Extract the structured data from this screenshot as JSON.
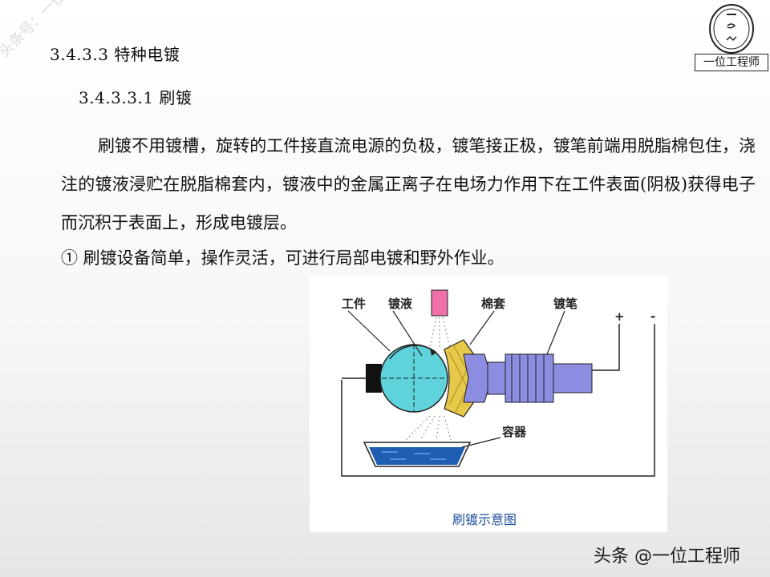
{
  "section": {
    "heading1": "3.4.3.3 特种电镀",
    "heading2": "3.4.3.3.1 刷镀",
    "paragraph": "刷镀不用镀槽，旋转的工件接直流电源的负极，镀笔接正极，镀笔前端用脱脂棉包住，浇注的镀液浸贮在脱脂棉套内，镀液中的金属正离子在电场力作用下在工件表面(阴极)获得电子而沉积于表面上，形成电镀层。",
    "item1": "① 刷镀设备简单，操作灵活，可进行局部电镀和野外作业。"
  },
  "watermark": "头条号：一位工程师",
  "logo": {
    "label": "一位工程师"
  },
  "figure": {
    "label_workpiece": "工件",
    "label_solution": "镀液",
    "label_cotton": "棉套",
    "label_pen": "镀笔",
    "label_plus": "+",
    "label_minus": "-",
    "label_container": "容器",
    "caption": "刷镀示意图",
    "colors": {
      "workpiece": "#5fd3dc",
      "pen": "#8c8ce0",
      "cotton": "#e6c84a",
      "liquid": "#1e5fb4",
      "nozzle": "#ef6fa8"
    }
  },
  "footer": "头条 @一位工程师"
}
